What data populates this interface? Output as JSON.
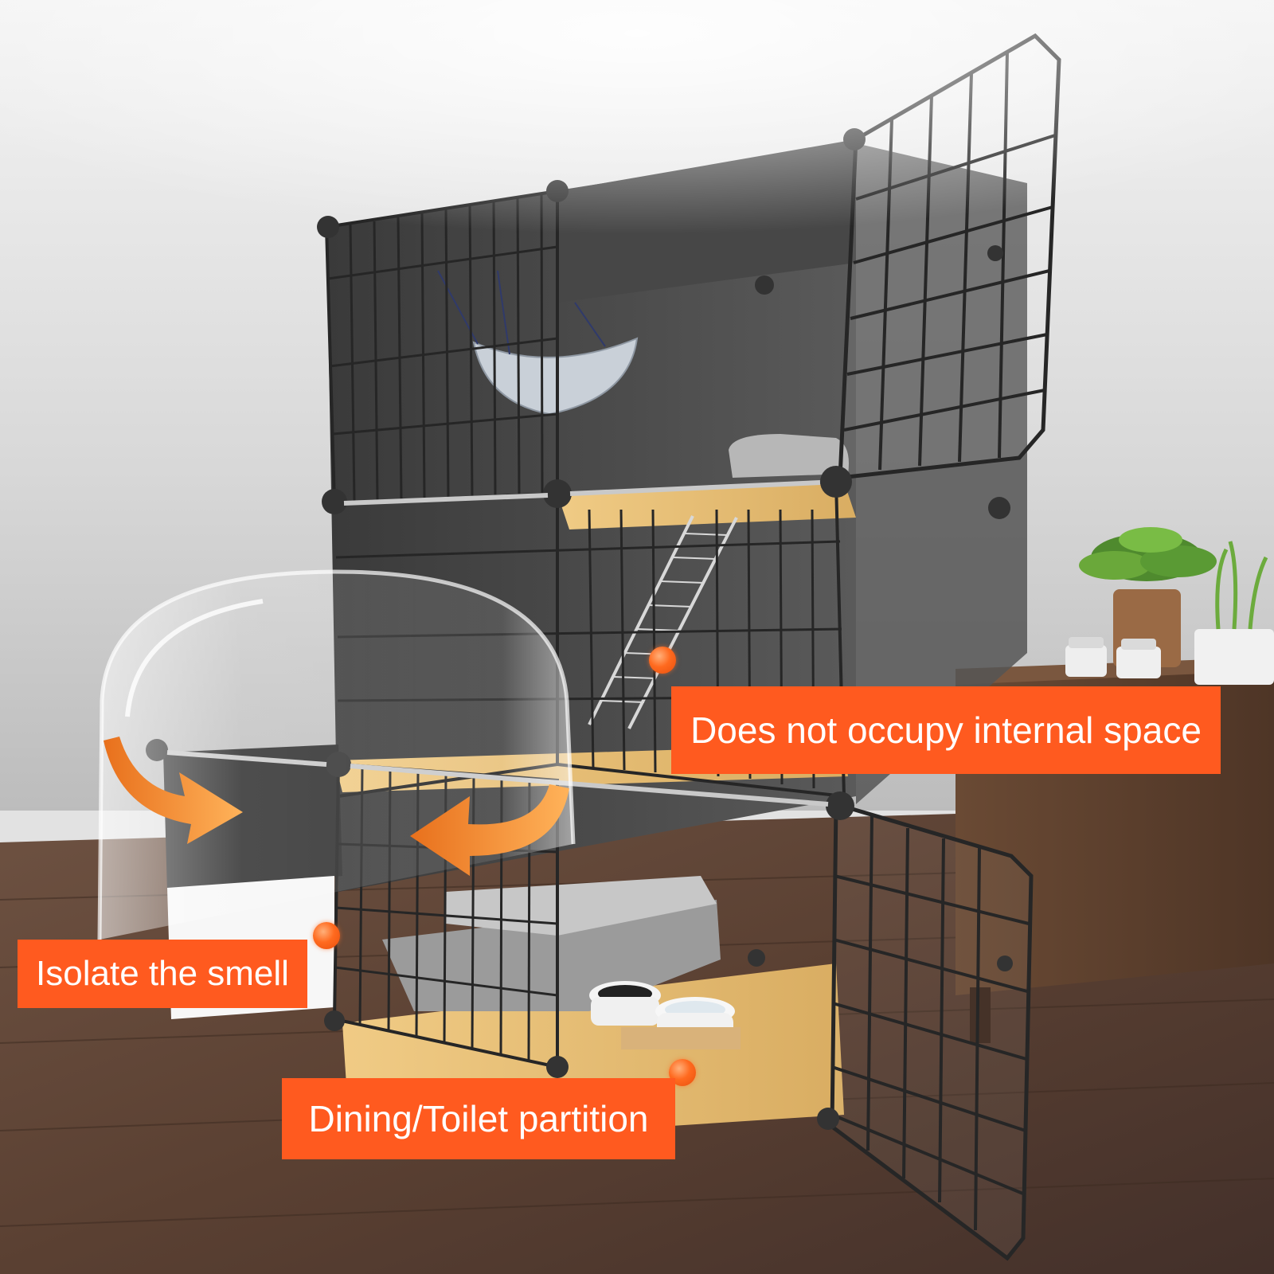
{
  "callouts": {
    "internal_space": "Does not occupy internal space",
    "isolate_smell": "Isolate the smell",
    "partition": "Dining/Toilet partition"
  },
  "colors": {
    "callout_background": "#ff5a1f",
    "callout_text": "#ffffff",
    "cage_frame": "#2b2b2b",
    "floor_wood": "#5c4334",
    "shelf_wood": "#e6bd72"
  }
}
